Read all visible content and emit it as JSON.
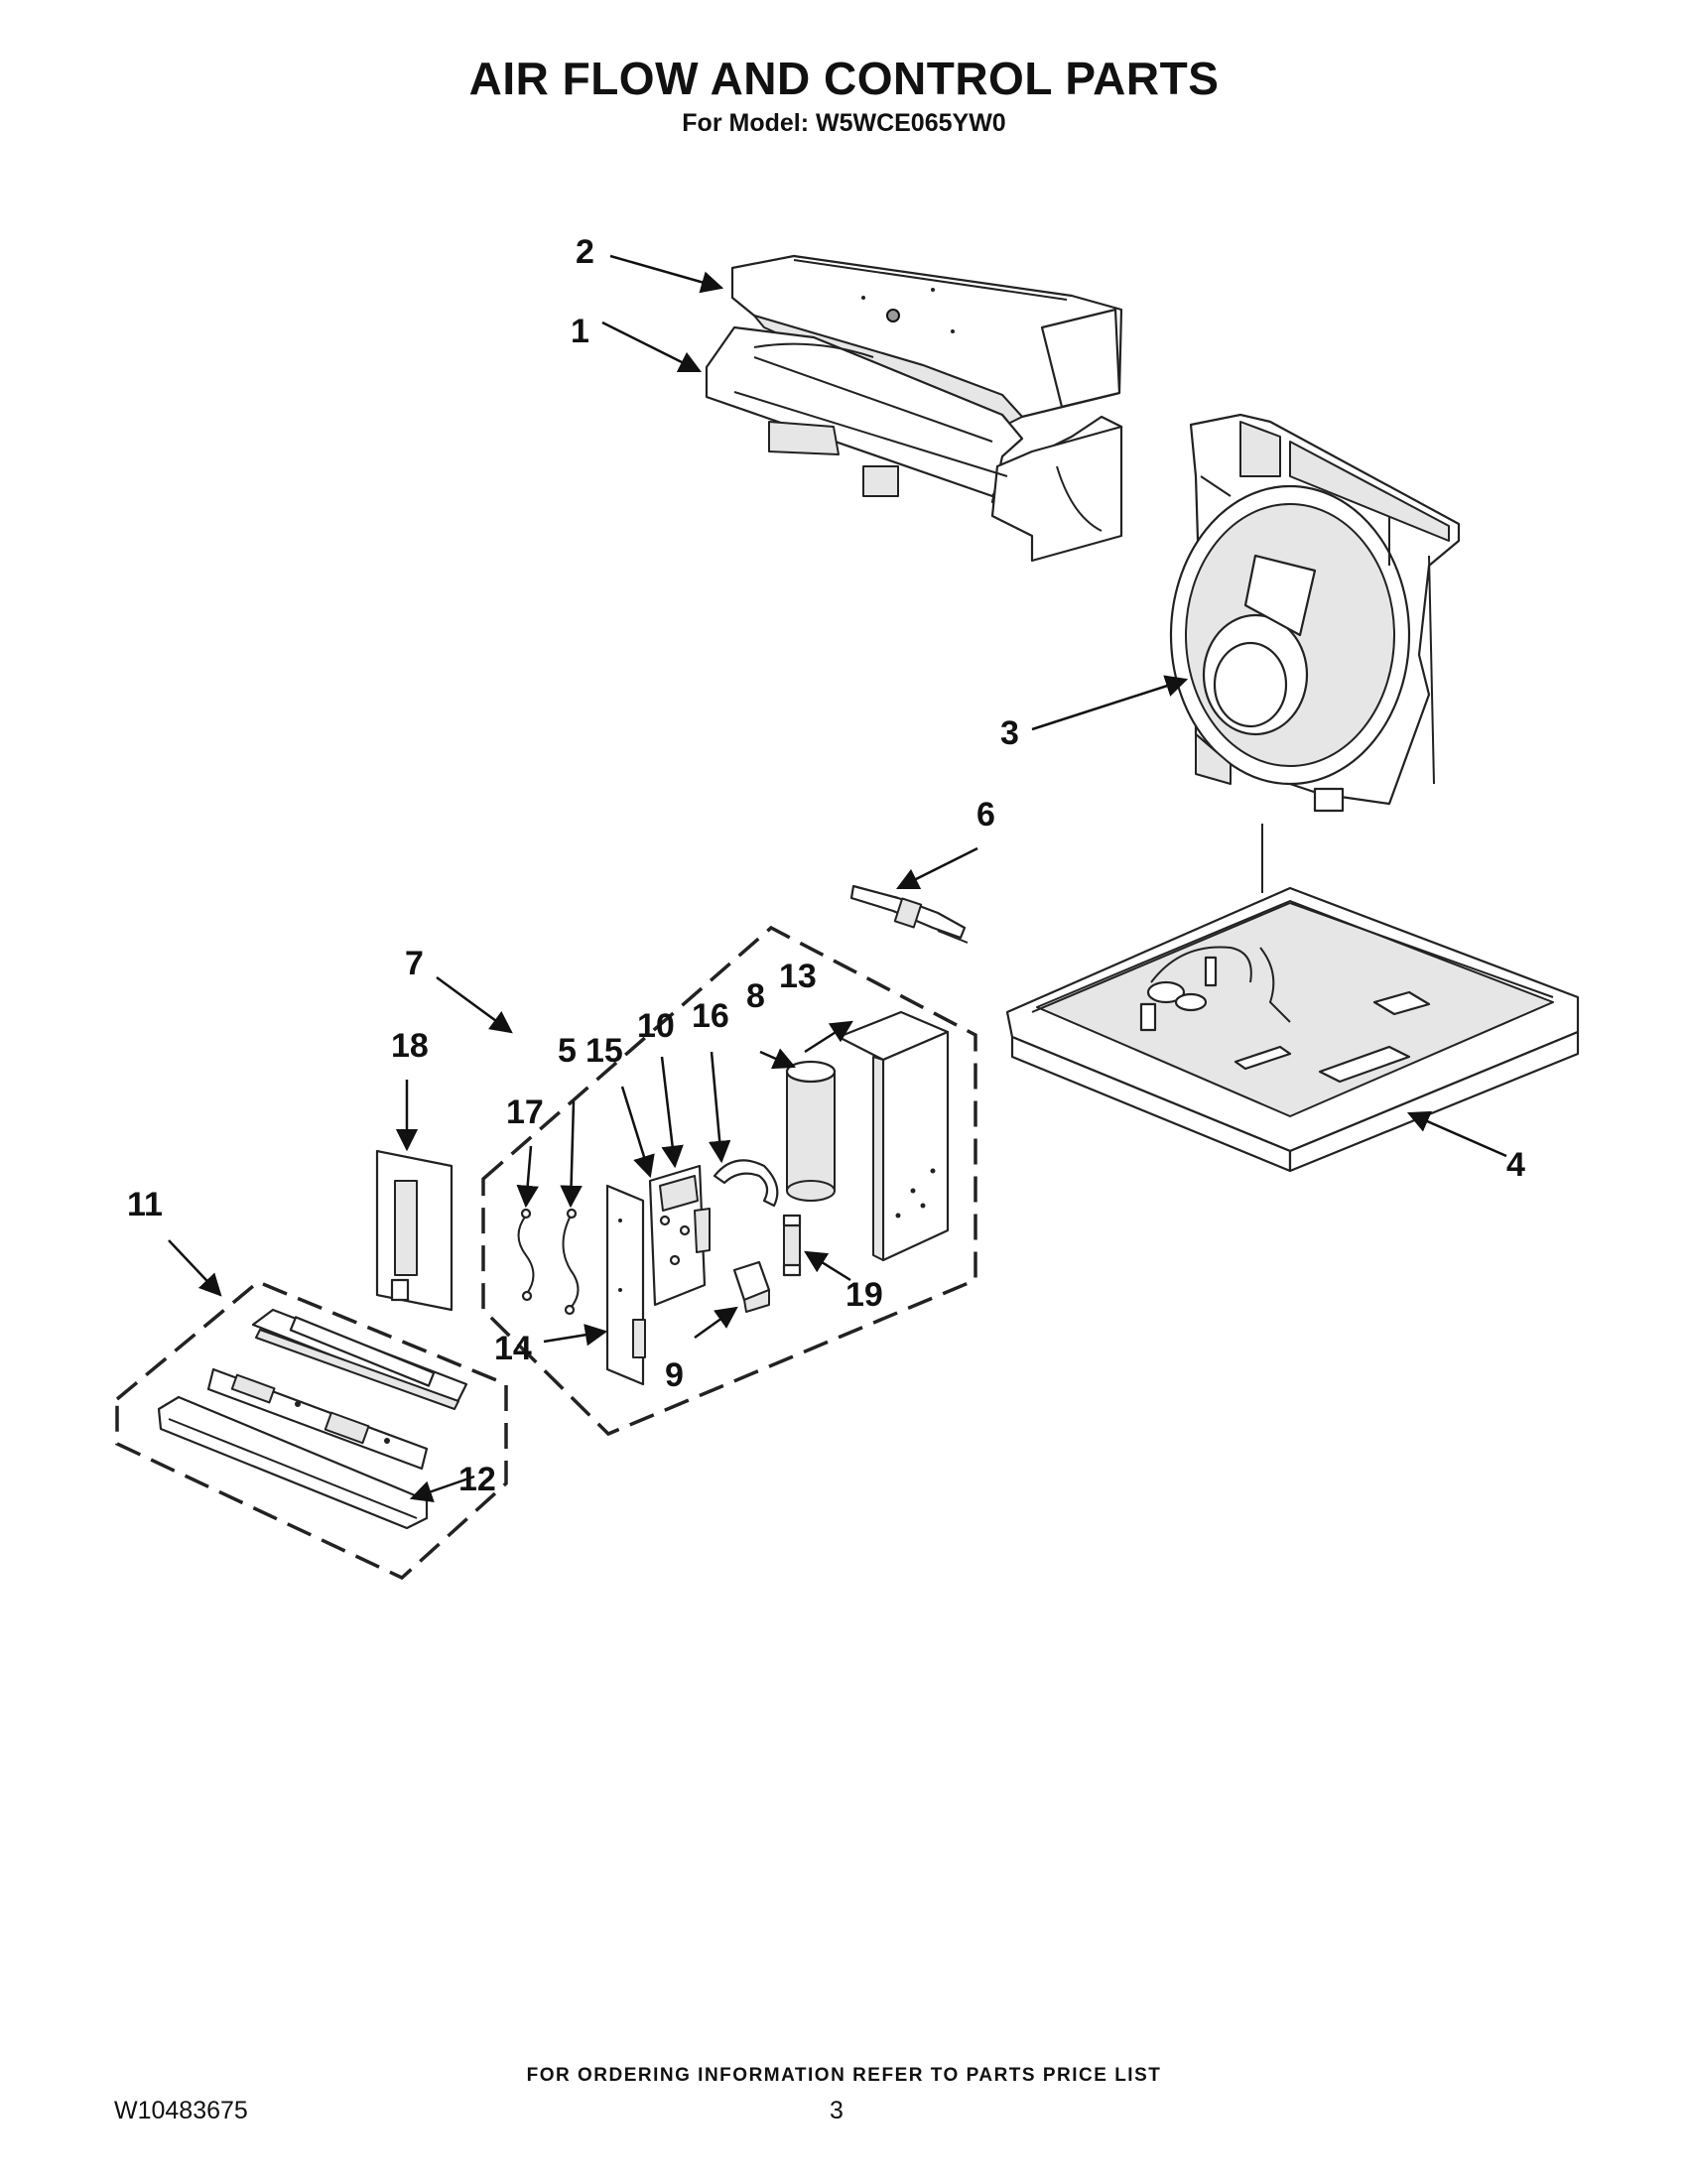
{
  "header": {
    "title": "AIR FLOW AND CONTROL PARTS",
    "subtitle": "For Model: W5WCE065YW0"
  },
  "footer": {
    "ordering_note": "FOR ORDERING INFORMATION REFER TO PARTS PRICE LIST",
    "document_number": "W10483675",
    "page_number": "3"
  },
  "callouts": [
    "1",
    "2",
    "3",
    "4",
    "5",
    "6",
    "7",
    "8",
    "9",
    "10",
    "11",
    "12",
    "13",
    "14",
    "15",
    "16",
    "17",
    "18",
    "19"
  ],
  "part_icons": {
    "1": "air-duct-lower-icon",
    "2": "air-duct-upper-icon",
    "3": "blower-housing-icon",
    "4": "base-pan-icon",
    "5": "wire-harness-icon",
    "6": "thermistor-icon",
    "7": "control-kit-group",
    "8": "capacitor-icon",
    "9": "relay-icon",
    "10": "control-board-icon",
    "11": "user-interface-group",
    "12": "control-panel-icon",
    "13": "control-bracket-icon",
    "14": "board-mount-icon",
    "15": "pcb-icon",
    "16": "strap-icon",
    "17": "wire-harness-icon",
    "18": "bracket-icon",
    "19": "fuse-icon"
  }
}
